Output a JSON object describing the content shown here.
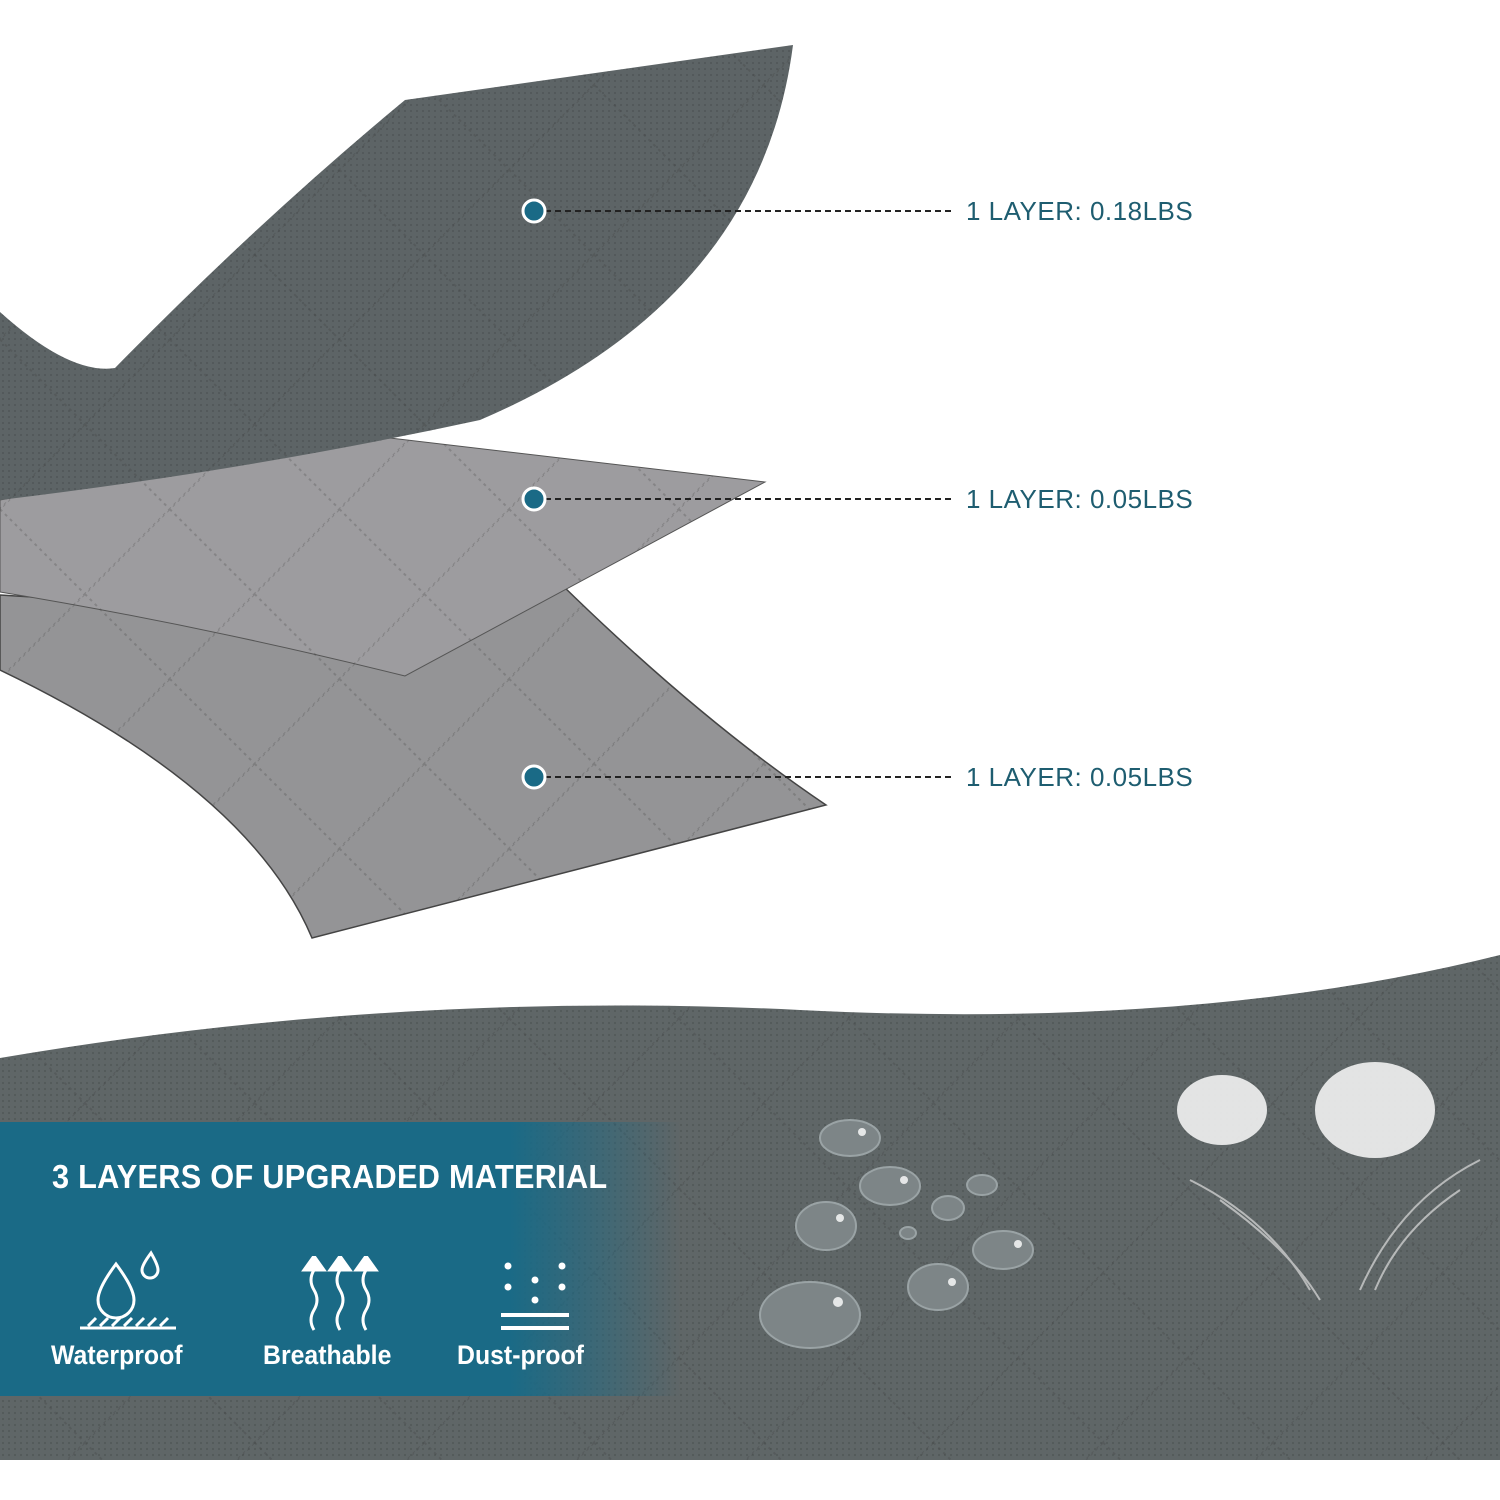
{
  "layers": [
    {
      "label": "1 LAYER: 0.18LBS"
    },
    {
      "label": "1 LAYER: 0.05LBS"
    },
    {
      "label": "1 LAYER: 0.05LBS"
    }
  ],
  "banner": {
    "title": "3 LAYERS OF UPGRADED MATERIAL",
    "features": [
      {
        "label": "Waterproof",
        "icon": "water-drop-icon"
      },
      {
        "label": "Breathable",
        "icon": "rising-air-arrows-icon"
      },
      {
        "label": "Dust-proof",
        "icon": "dust-dots-icon"
      }
    ]
  },
  "colors": {
    "accent": "#1a6a86",
    "callout_text": "#1e5d70",
    "dark_fabric": "#5d6466",
    "light_fabric": "#9b9b9d"
  }
}
